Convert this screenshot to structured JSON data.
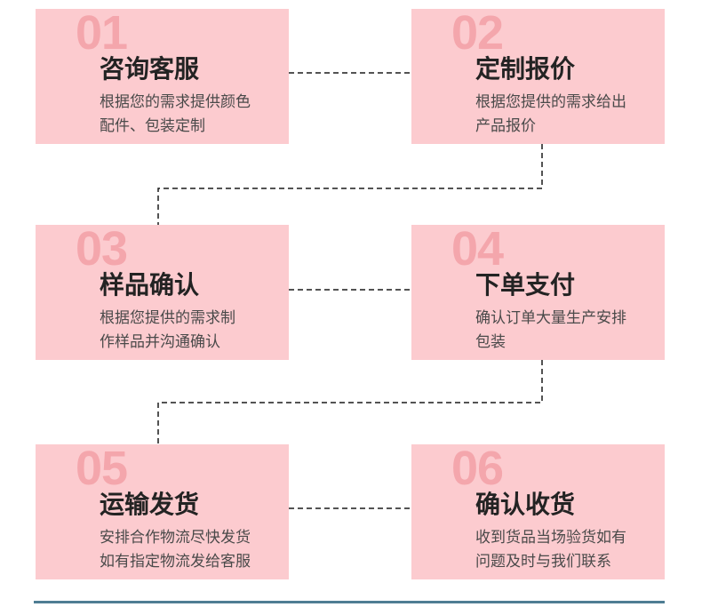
{
  "page": {
    "background": "#ffffff",
    "description_kind": "six-step order process flow"
  },
  "colors": {
    "card_background": "#fccbcf",
    "step_number": "#f4a6ac",
    "step_title": "#232323",
    "step_description": "#4a4a4a",
    "connector_line": "#1a1a1a",
    "bottom_divider": "#4e7d93"
  },
  "steps": [
    {
      "number": "01",
      "title": "咨询客服",
      "desc1": "根据您的需求提供颜色",
      "desc2": "配件、包装定制"
    },
    {
      "number": "02",
      "title": "定制报价",
      "desc1": "根据您提供的需求给出",
      "desc2": "产品报价"
    },
    {
      "number": "03",
      "title": "样品确认",
      "desc1": "根据您提供的需求制",
      "desc2": "作样品并沟通确认"
    },
    {
      "number": "04",
      "title": "下单支付",
      "desc1": "确认订单大量生产安排",
      "desc2": "包装"
    },
    {
      "number": "05",
      "title": "运输发货",
      "desc1": "安排合作物流尽快发货",
      "desc2": "如有指定物流发给客服"
    },
    {
      "number": "06",
      "title": "确认收货",
      "desc1": "收到货品当场验货如有",
      "desc2": "问题及时与我们联系"
    }
  ]
}
